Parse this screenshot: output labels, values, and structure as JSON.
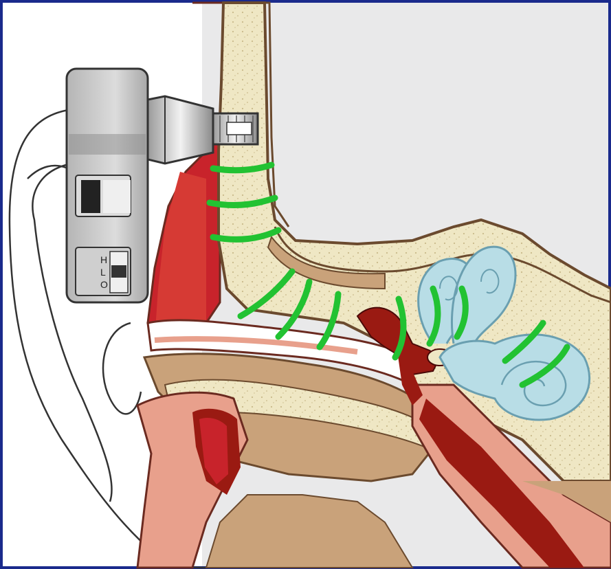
{
  "diagram": {
    "colors": {
      "frame": "#1a2a8c",
      "background": "#e9e9ea",
      "white_area": "#ffffff",
      "skin_red": "#c8232b",
      "skin_pink": "#e8a08c",
      "bone_fill": "#efe7c4",
      "bone_dots": "#c9b98a",
      "tissue_brown": "#c9a27a",
      "outline": "#6b4a2e",
      "inner_ear": "#b8dde6",
      "inner_ear_outline": "#6a9fb0",
      "ossicles": "#9a1a12",
      "waves": "#22c232",
      "device_body": "#c8c8c8",
      "device_dark": "#222222"
    },
    "device_switch_labels": [
      "H",
      "L",
      "O"
    ],
    "icons": [
      "bone-conduction-device",
      "vibration-wave",
      "cochlea",
      "semicircular-canals",
      "ear-pinna"
    ]
  }
}
